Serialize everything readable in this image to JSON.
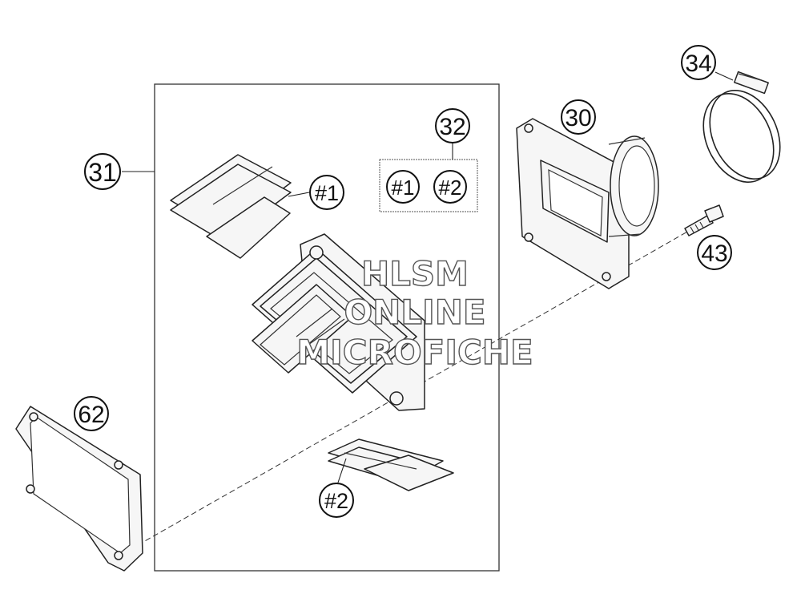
{
  "callouts": {
    "c31": "31",
    "c32": "32",
    "c30": "30",
    "c34": "34",
    "c43": "43",
    "c62": "62",
    "c1_reed": "#1",
    "c1_kit": "#1",
    "c2_kit": "#2",
    "c2_reed": "#2"
  },
  "watermark": {
    "line1": "HLSM",
    "line2": "ONLINE",
    "line3": "MICROFICHE"
  }
}
